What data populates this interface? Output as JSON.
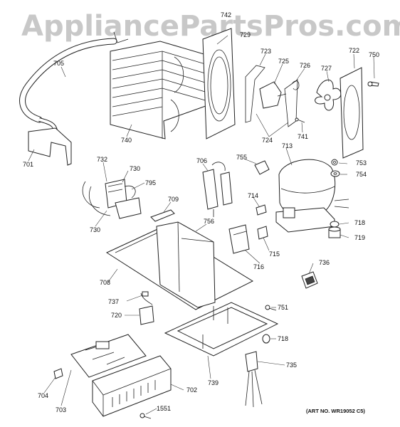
{
  "watermark": "AppliancePartsPros.com",
  "art_number": "(ART NO. WR19052 C5)",
  "callouts": {
    "c705": "705",
    "c701": "701",
    "c740": "740",
    "c742": "742",
    "c729": "729",
    "c723": "723",
    "c725": "725",
    "c726": "726",
    "c727": "727",
    "c722": "722",
    "c750": "750",
    "c724": "724",
    "c741": "741",
    "c732": "732",
    "c730a": "730",
    "c795": "795",
    "c730b": "730",
    "c706": "706",
    "c755": "755",
    "c713": "713",
    "c753": "753",
    "c754": "754",
    "c709": "709",
    "c714": "714",
    "c756": "756",
    "c718a": "718",
    "c719": "719",
    "c715": "715",
    "c716": "716",
    "c708": "708",
    "c736": "736",
    "c737": "737",
    "c720": "720",
    "c751": "751",
    "c718b": "718",
    "c735": "735",
    "c739": "739",
    "c704": "704",
    "c703": "703",
    "c702": "702",
    "c1551": "1551"
  }
}
